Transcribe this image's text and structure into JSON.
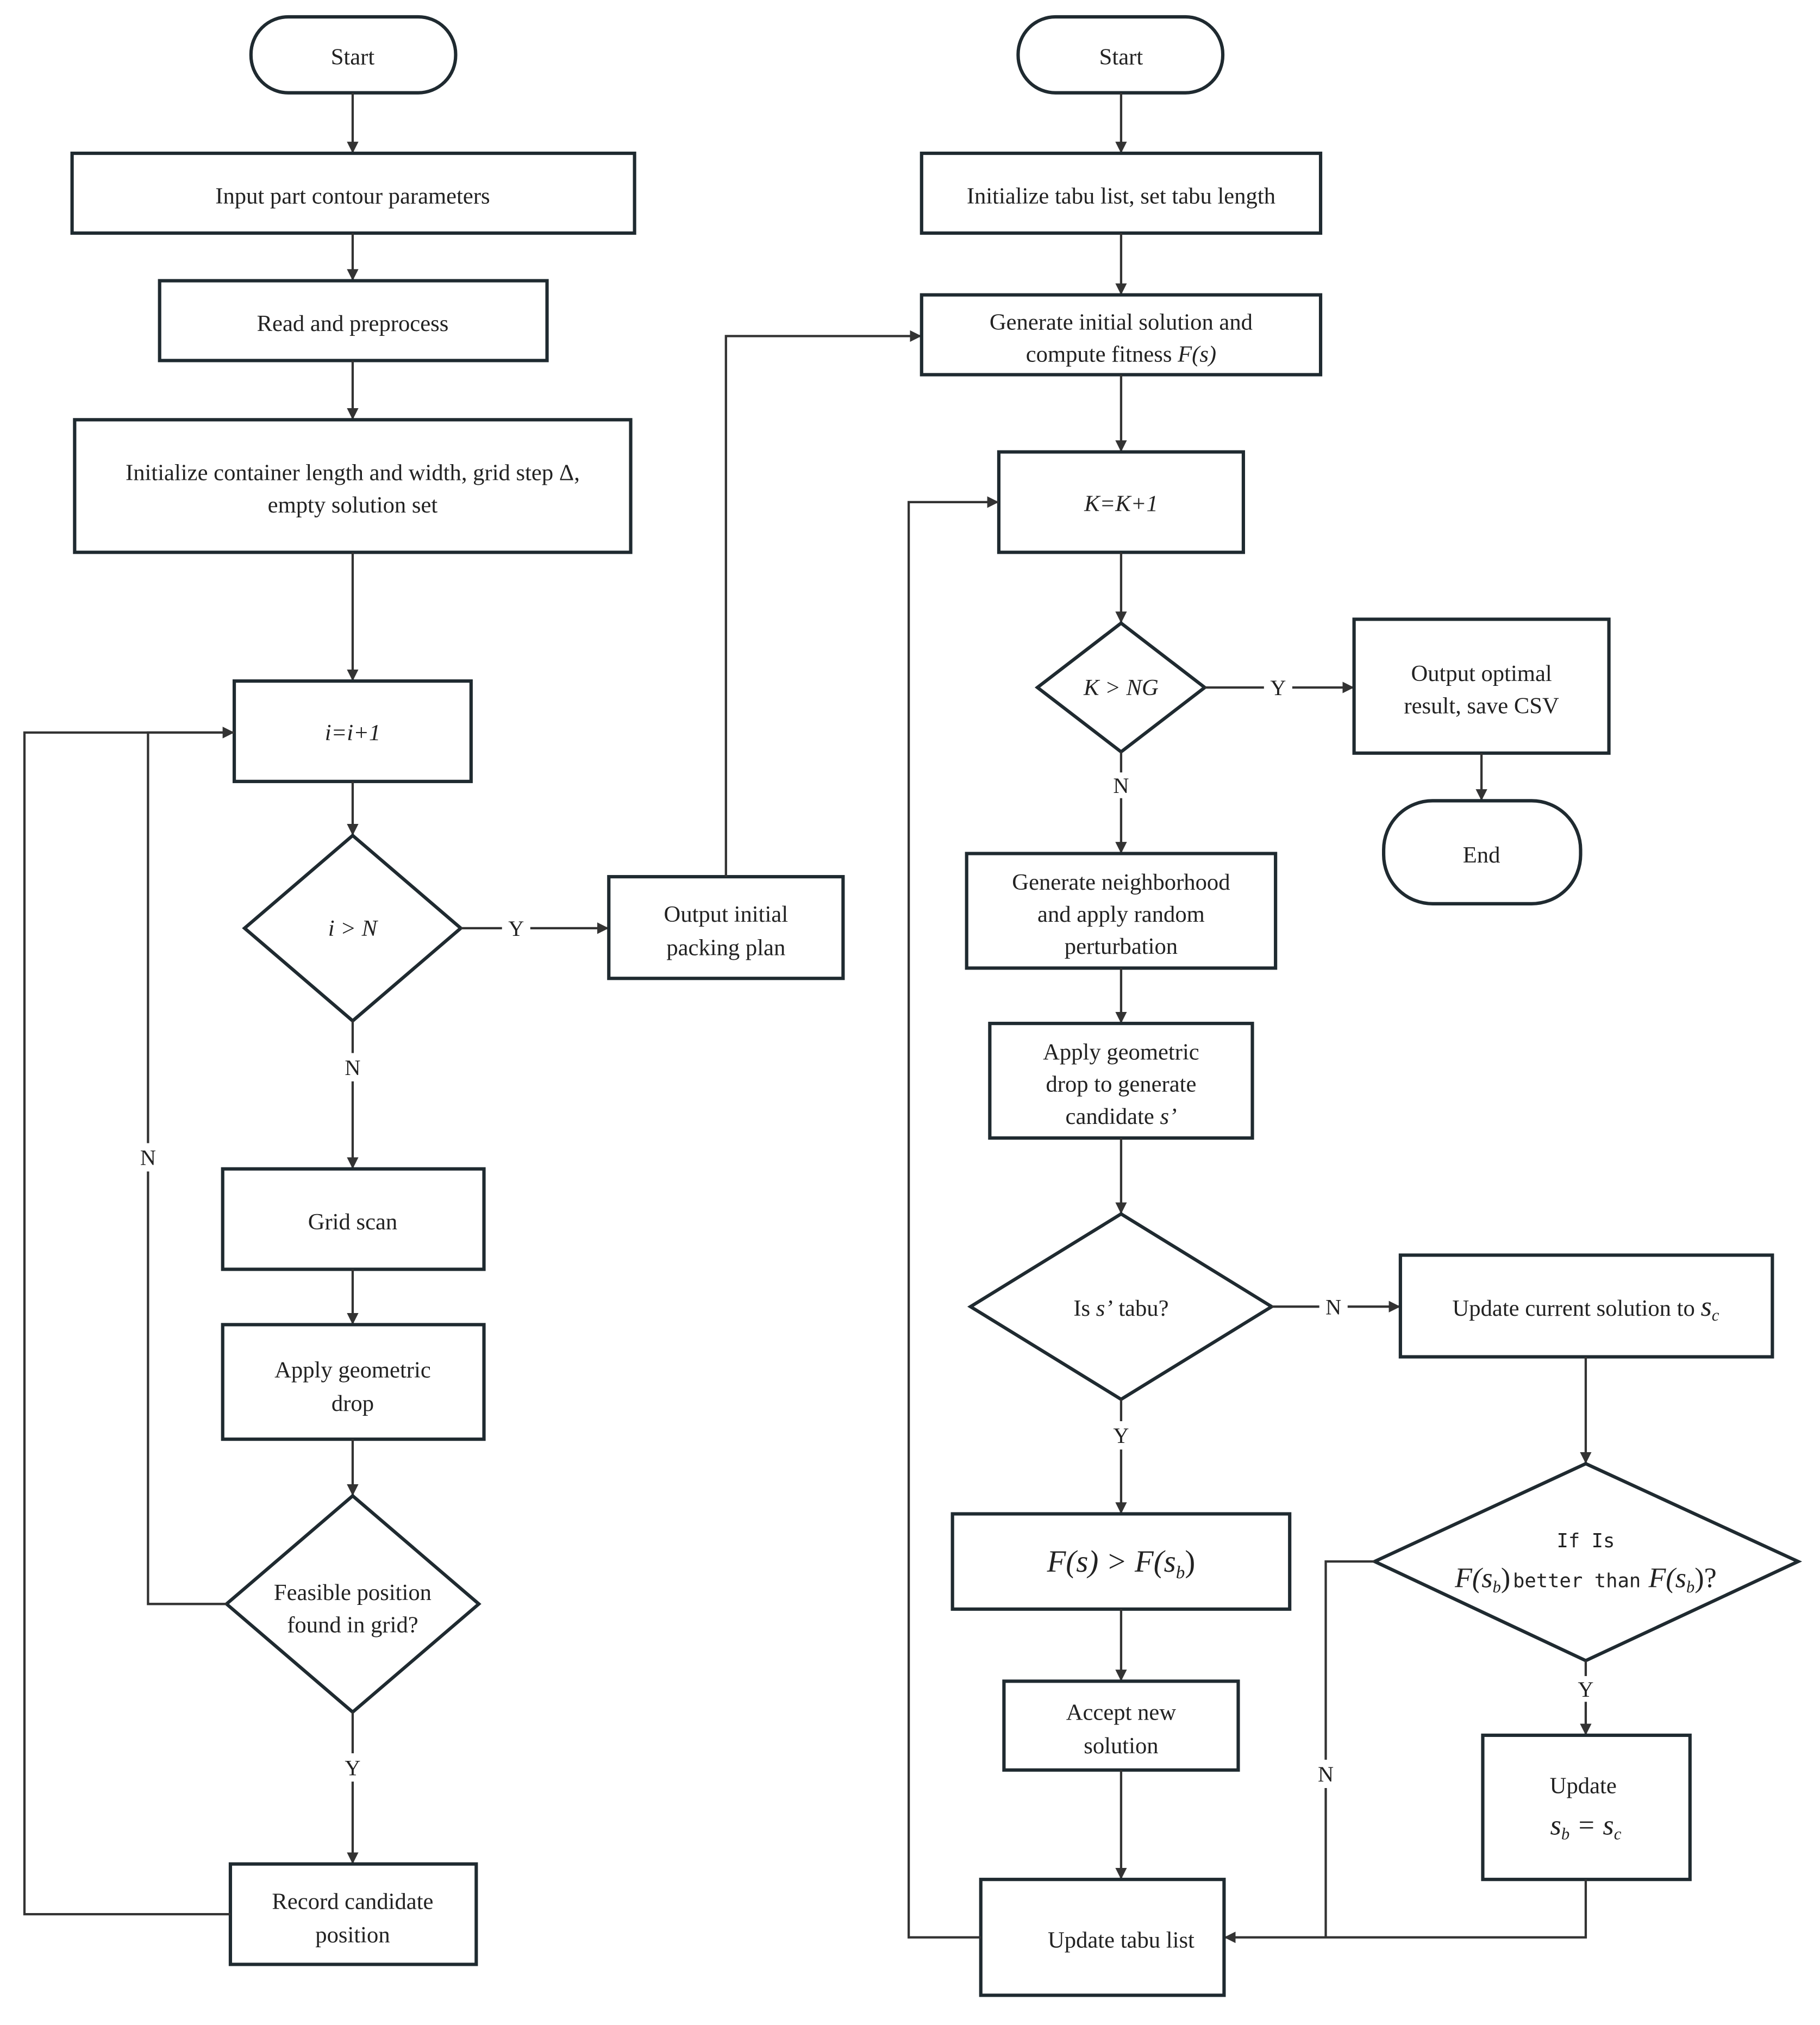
{
  "left": {
    "start": "Start",
    "input": "Input part contour parameters",
    "read": "Read and preprocess",
    "init": [
      "Initialize container length and width, grid step Δ,",
      "empty solution set"
    ],
    "incr": "i=i+1",
    "cond_iN": "i > N",
    "output_initial": [
      "Output initial",
      "packing plan"
    ],
    "grid_scan": "Grid scan",
    "apply_drop": [
      "Apply geometric",
      "drop"
    ],
    "feasible": [
      "Feasible position",
      "found in grid?"
    ],
    "record": [
      "Record candidate",
      "position"
    ],
    "labels": {
      "y1": "Y",
      "n1": "N",
      "n2": "N",
      "y2": "Y"
    }
  },
  "right": {
    "start": "Start",
    "init_tabu": "Initialize tabu list, set tabu length",
    "gen_init": [
      "Generate initial solution and",
      "compute fitness ",
      "F(s)"
    ],
    "incr": "K=K+1",
    "cond_KNG": "K > NG",
    "output_opt": [
      "Output optimal",
      "result, save CSV"
    ],
    "end": "End",
    "gen_neigh": [
      "Generate neighborhood",
      "and apply random",
      "perturbation"
    ],
    "apply_drop": [
      "Apply geometric",
      "drop to generate",
      "candidate ",
      "s’"
    ],
    "is_tabu": [
      "Is ",
      "s’",
      " tabu?"
    ],
    "update_current": [
      "Update current solution to ",
      "s",
      "c"
    ],
    "if_better": [
      "If Is",
      "F(s",
      "b",
      ")",
      "better than",
      "F(s",
      "b",
      ")?"
    ],
    "compare": [
      "F(s) > F(s",
      "b",
      ")"
    ],
    "accept": [
      "Accept new",
      "solution"
    ],
    "update_sb": [
      "Update",
      "s",
      "b",
      " = s",
      "c"
    ],
    "update_tabu": "Update tabu list",
    "labels": {
      "y_k": "Y",
      "n_k": "N",
      "n_tabu": "N",
      "y_tabu": "Y",
      "y_better": "Y",
      "n_better": "N"
    }
  }
}
